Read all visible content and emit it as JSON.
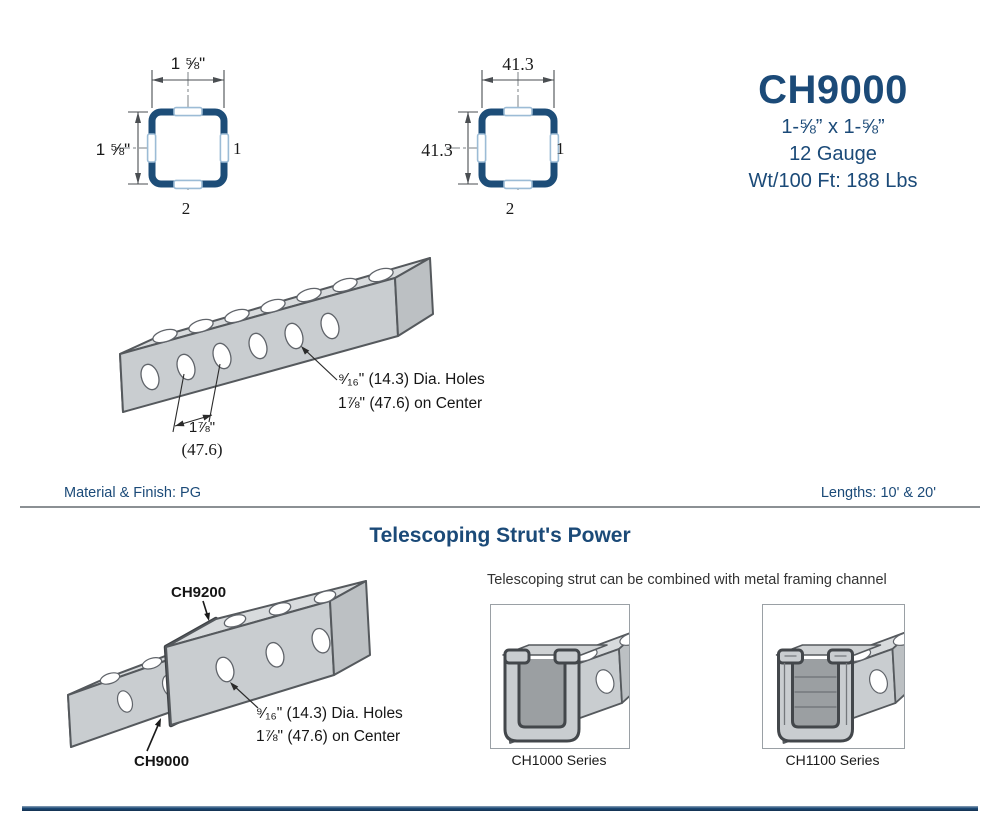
{
  "colors": {
    "navy": "#1b4a78",
    "steel": "#cdd1d3",
    "outline": "#55595d"
  },
  "header": {
    "product_code": "CH9000",
    "size": "1-⅝” x 1-⅝”",
    "gauge": "12 Gauge",
    "weight": "Wt/100 Ft: 188 Lbs"
  },
  "cross_sections": {
    "imperial": {
      "width": "1 ⅝\"",
      "height": "1 ⅝\"",
      "axis_right": "1",
      "axis_bottom": "2"
    },
    "metric": {
      "width": "41.3",
      "height": "41.3",
      "axis_right": "1",
      "axis_bottom": "2"
    }
  },
  "strut": {
    "callout_line1": "⁹⁄₁₆\" (14.3) Dia. Holes",
    "callout_line2": "1⅞\" (47.6) on Center",
    "spacing": "1⅞\"",
    "spacing_mm": "(47.6)"
  },
  "footer_specs": {
    "material": "Material & Finish: PG",
    "lengths": "Lengths: 10' & 20'"
  },
  "telescoping": {
    "heading": "Telescoping Strut's Power",
    "outer_label": "CH9200",
    "inner_label": "CH9000",
    "callout_line1": "⁹⁄₁₆\" (14.3) Dia. Holes",
    "callout_line2": "1⅞\" (47.6) on Center",
    "note": "Telescoping strut can be combined with metal framing channel",
    "series": [
      {
        "label": "CH1000 Series"
      },
      {
        "label": "CH1100 Series"
      }
    ]
  }
}
